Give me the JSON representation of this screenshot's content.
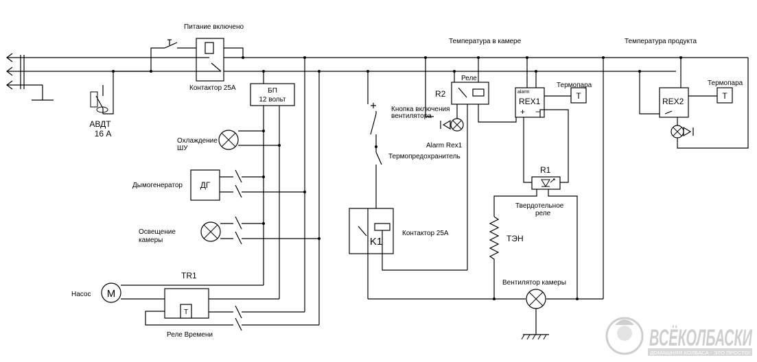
{
  "labels": {
    "power_on": "Питание включено",
    "contactor_main": "Контактор 25А",
    "psu_line1": "БП",
    "psu_line2": "12 вольт",
    "breaker_line1": "АВДТ",
    "breaker_line2": "16 А",
    "cooling_line1": "Охлаждение",
    "cooling_line2": "ШУ",
    "smoke_gen": "Дымогенератор",
    "dg": "ДГ",
    "lighting_line1": "Освещение",
    "lighting_line2": "камеры",
    "pump": "Насос",
    "motor": "M",
    "tr1": "TR1",
    "timer_t": "T",
    "time_relay": "Реле Времени",
    "fan_btn_line1": "Кнопка включения",
    "fan_btn_line2": "вентилятора",
    "thermal_fuse": "Термопредохранитель",
    "k1": "K1",
    "contactor_k1": "Контактор 25А",
    "temp_chamber": "Температура в камере",
    "temp_product": "Температура продукта",
    "relay": "Реле",
    "r2": "R2",
    "alarm_rex1": "Alarm Rex1",
    "alarm": "alarm",
    "rex1": "REX1",
    "plus": "+",
    "minus": "−",
    "thermocouple1": "Термопара",
    "t1": "T",
    "rex2": "REX2",
    "thermocouple2": "Термопара",
    "t2": "T",
    "r1": "R1",
    "ssr_line1": "Твердотельное",
    "ssr_line2": "реле",
    "heater": "ТЭН",
    "chamber_fan": "Вентилятор камеры"
  },
  "watermark": {
    "title": "ВСЁКОЛБАСКИ",
    "subtitle": "ДОМАШНЯЯ КОЛБАСА - ЭТО ПРОСТО!"
  }
}
